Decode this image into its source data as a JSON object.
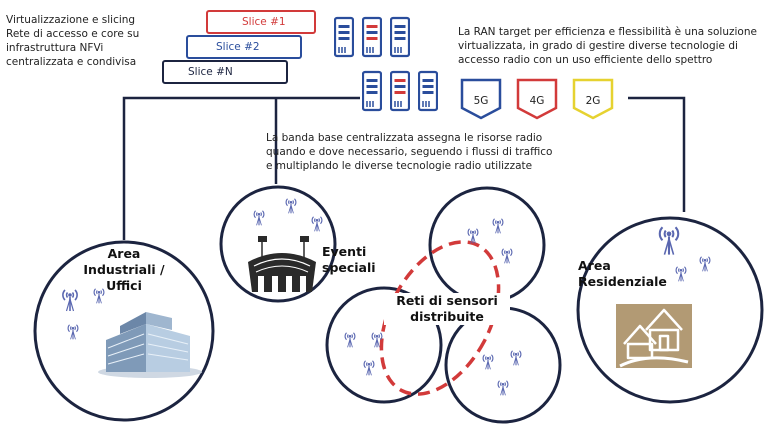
{
  "header": {
    "virtualization_text": [
      "Virtualizzazione e slicing",
      "Rete di accesso e core su",
      "infrastruttura NFVi",
      "centralizzata e condivisa"
    ],
    "ran_text": [
      "La RAN target per efficienza e flessibilità è una soluzione",
      "virtualizzata, in grado di gestire diverse tecnologie di",
      "accesso radio con un uso efficiente dello spettro"
    ]
  },
  "slices": [
    {
      "label": "Slice #1",
      "color": "#d23a3a"
    },
    {
      "label": "Slice #2",
      "color": "#2a4d9c"
    },
    {
      "label": "Slice #N",
      "color": "#1c2440"
    }
  ],
  "technologies": [
    {
      "label": "5G",
      "color": "#2a4d9c"
    },
    {
      "label": "4G",
      "color": "#d23a3a"
    },
    {
      "label": "2G",
      "color": "#e6d230"
    }
  ],
  "baseband_text": [
    "La banda base centralizzata assegna le risorse radio",
    "quando e dove necessario, seguendo i flussi di traffico",
    "e multiplando le diverse tecnologie radio utilizzate"
  ],
  "areas": {
    "industrial": [
      "Area",
      "Industriali /",
      "Uffici"
    ],
    "events": [
      "Eventi",
      "speciali"
    ],
    "sensors": [
      "Reti di sensori",
      "distribuite"
    ],
    "residential": [
      "Area",
      "Residenziale"
    ]
  },
  "colors": {
    "navy": "#1c2440",
    "blue": "#2a4d9c",
    "red": "#d23a3a",
    "yellow": "#e6d230",
    "antenna": "#5a67b0"
  },
  "icons": [
    "server-rack-icon",
    "antenna-icon",
    "stadium-icon",
    "office-building-icon",
    "houses-icon"
  ]
}
